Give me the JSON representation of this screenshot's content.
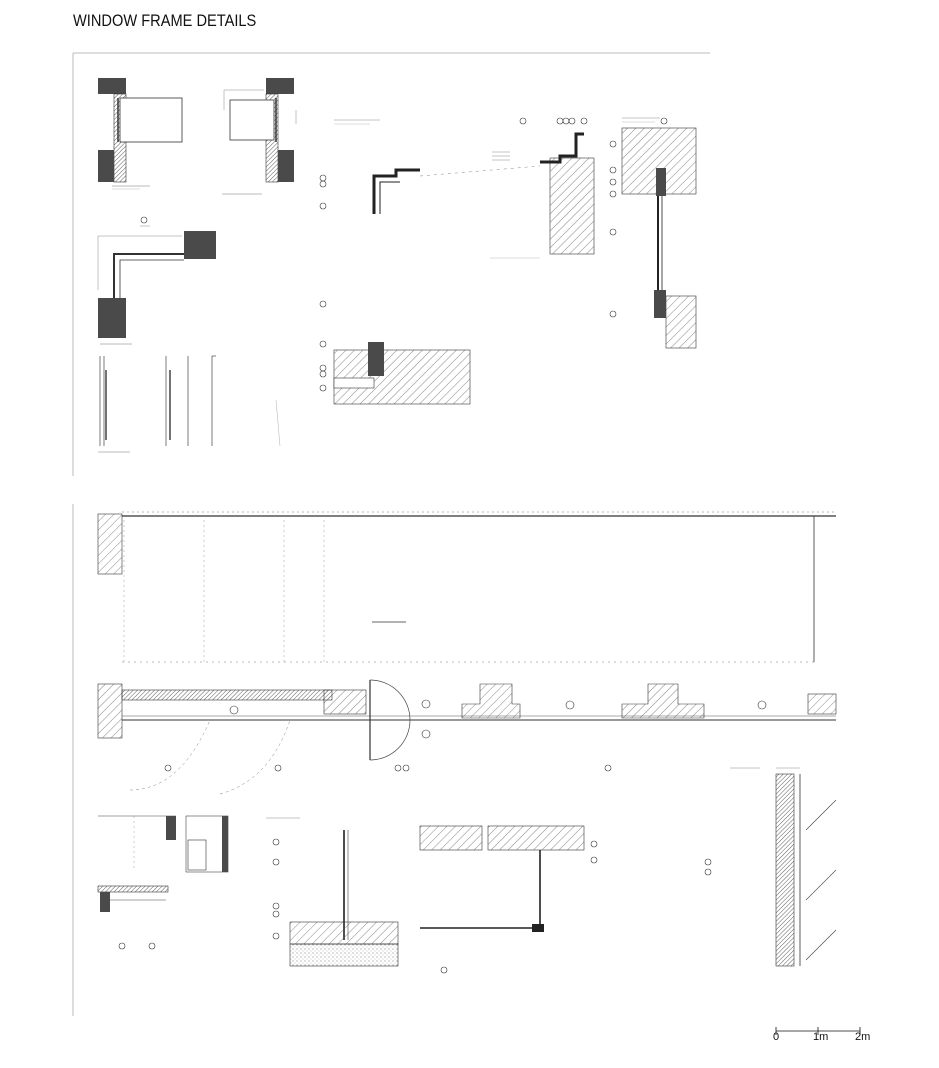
{
  "sheet": {
    "title": "WINDOW FRAME DETAILS"
  },
  "scale_bar": {
    "labels": [
      "0",
      "1m",
      "2m"
    ]
  },
  "colors": {
    "ink": "#111111",
    "line": "#333333",
    "hatch": "#555555",
    "solid_fill": "#4a4a4a",
    "frame_rule": "#bbbbbb"
  }
}
